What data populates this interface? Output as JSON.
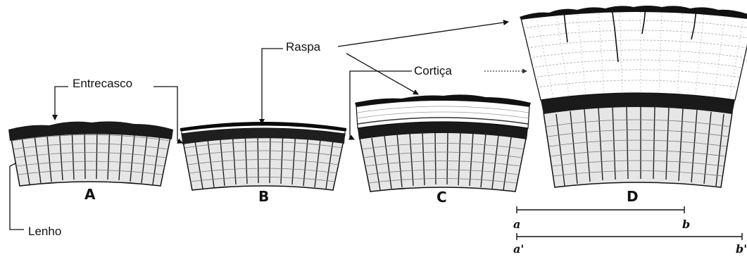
{
  "labels": {
    "entrecasco": "Entrecasco",
    "raspa": "Raspa",
    "cortica": "Cortiça",
    "lenho": "Lenho"
  },
  "panels": [
    "A",
    "B",
    "C",
    "D"
  ],
  "scale": {
    "a": "a",
    "b": "b",
    "a_prime": "a'",
    "b_prime": "b'"
  },
  "colors": {
    "ink": "#111111",
    "paper": "#ffffff"
  }
}
